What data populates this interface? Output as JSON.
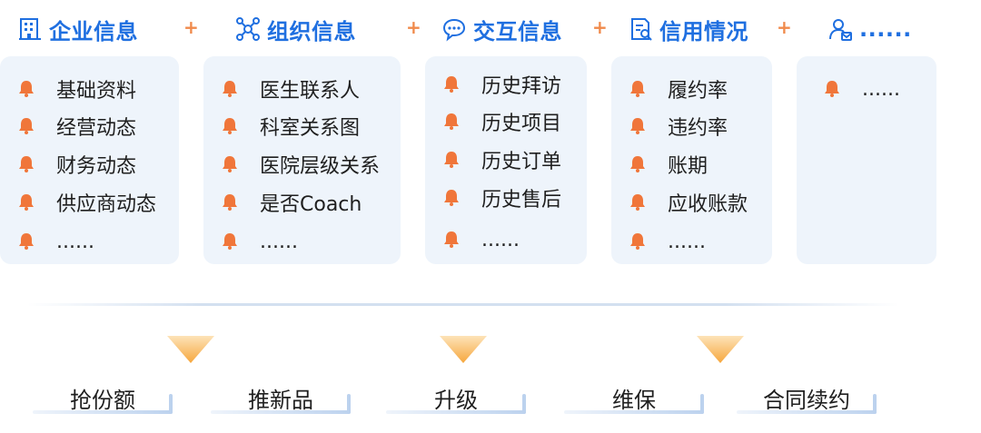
{
  "colors": {
    "accent": "#1f6fe0",
    "plus": "#f08a4b",
    "card_bg": "#eef4fb",
    "bell": "#f0763a",
    "arrow": "#f6b04a"
  },
  "columns": [
    {
      "icon": "building-icon",
      "title": "企业信息",
      "items": [
        "基础资料",
        "经营动态",
        "财务动态",
        "供应商动态",
        "......"
      ]
    },
    {
      "icon": "network-icon",
      "title": "组织信息",
      "items": [
        "医生联系人",
        "科室关系图",
        "医院层级关系",
        "是否Coach",
        "......"
      ]
    },
    {
      "icon": "chat-icon",
      "title": "交互信息",
      "items": [
        "历史拜访",
        "历史项目",
        "历史订单",
        "历史售后",
        "......"
      ]
    },
    {
      "icon": "credit-doc-icon",
      "title": "信用情况",
      "items": [
        "履约率",
        "违约率",
        "账期",
        "应收账款",
        "......"
      ]
    },
    {
      "icon": "person-icon",
      "title": "......",
      "items": [
        "......"
      ]
    }
  ],
  "plus_sign": "+",
  "outcomes": [
    "抢份额",
    "推新品",
    "升级",
    "维保",
    "合同续约"
  ]
}
